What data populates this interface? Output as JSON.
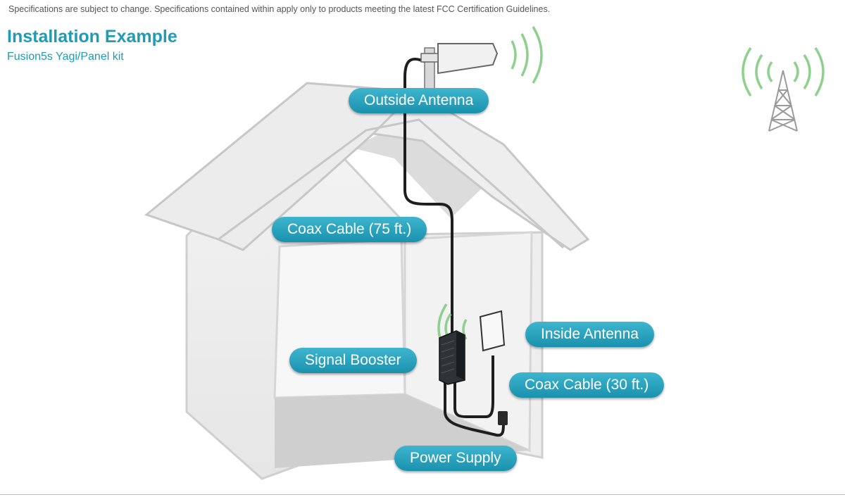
{
  "header": {
    "disclaimer": "Specifications are subject to change. Specifications contained within apply only to products meeting the latest FCC Certification Guidelines.",
    "title": "Installation Example",
    "subtitle": "Fusion5s Yagi/Panel kit"
  },
  "labels": {
    "outside_antenna": "Outside Antenna",
    "coax_75": "Coax Cable (75 ft.)",
    "inside_antenna": "Inside Antenna",
    "signal_booster": "Signal Booster",
    "coax_30": "Coax Cable (30 ft.)",
    "power_supply": "Power Supply"
  },
  "colors": {
    "accent": "#1f9bb3",
    "signal_wave": "#8fd08f",
    "house_outline": "#c9c9c9",
    "cable": "#222222"
  },
  "icons": [
    "cell-tower-icon",
    "yagi-antenna-icon",
    "signal-booster-icon",
    "panel-antenna-icon",
    "power-supply-icon"
  ]
}
